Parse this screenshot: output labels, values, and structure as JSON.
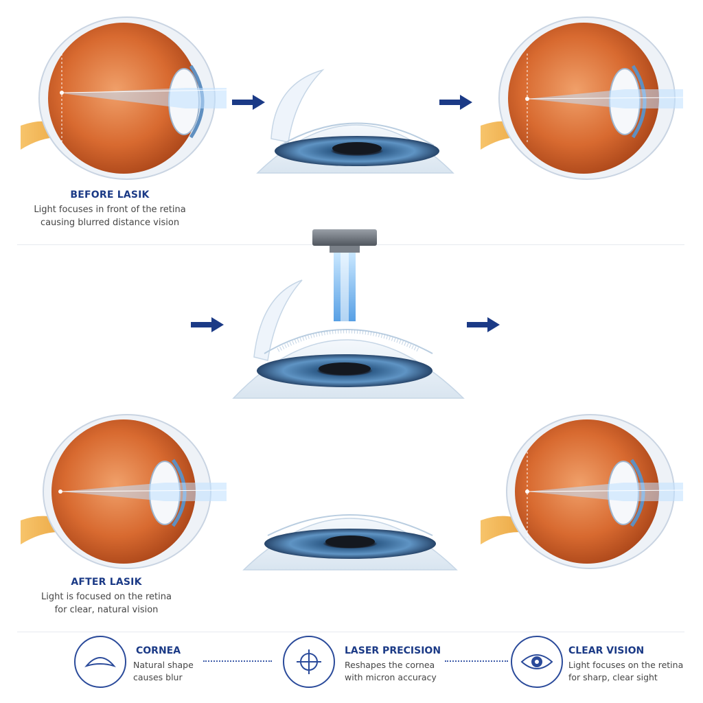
{
  "before": {
    "title": "BEFORE LASIK",
    "line1": "Light focuses in front of the retina",
    "line2": "causing blurred distance vision"
  },
  "after": {
    "title": "AFTER LASIK",
    "line1": "Light is focused on the retina",
    "line2": "for clear, natural vision"
  },
  "legend": [
    {
      "title": "CORNEA",
      "line1": "Natural shape",
      "line2": "causes blur",
      "icon": "cornea-icon"
    },
    {
      "title": "LASER PRECISION",
      "line1": "Reshapes the cornea",
      "line2": "with micron accuracy",
      "icon": "crosshair-icon"
    },
    {
      "title": "CLEAR VISION",
      "line1": "Light focuses on the retina",
      "line2": "for sharp, clear sight",
      "icon": "eye-icon"
    }
  ],
  "colors": {
    "accent": "#1b3a86",
    "eyeball": "#d9743a",
    "beam": "#8fc7f2"
  }
}
